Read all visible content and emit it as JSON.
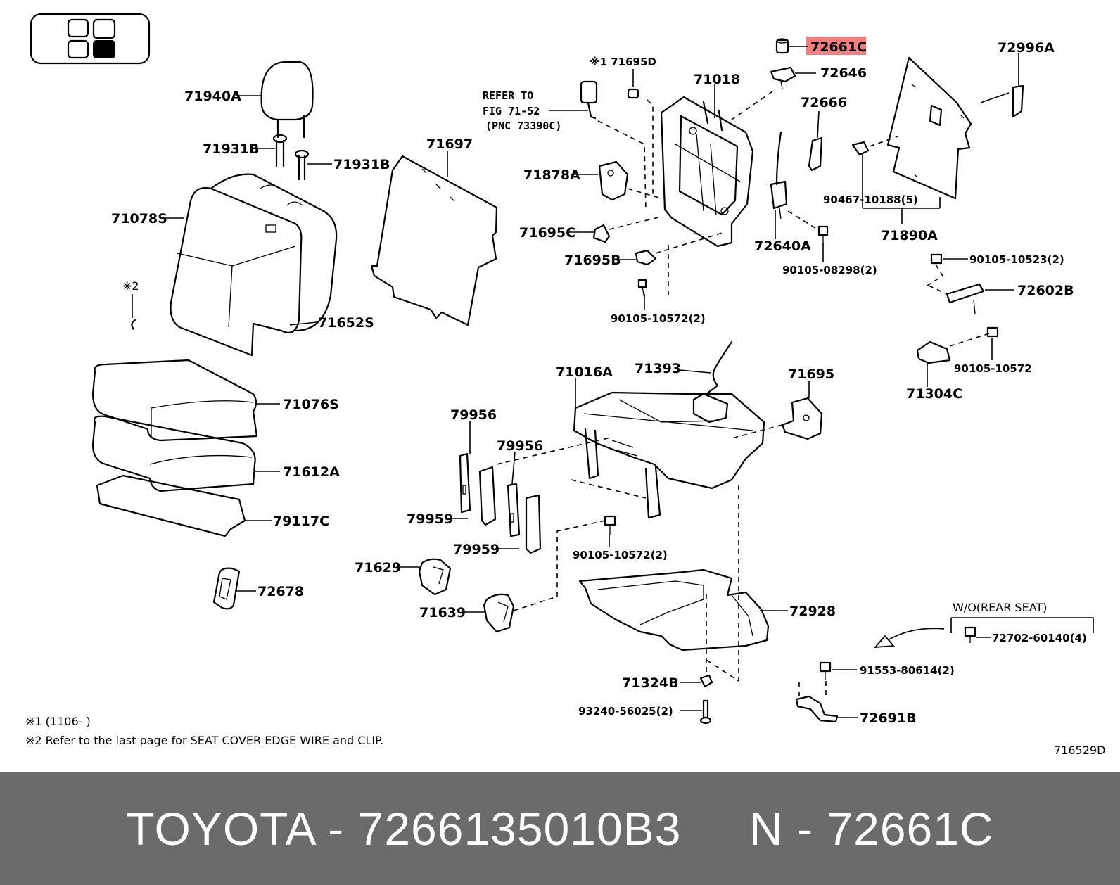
{
  "diagram": {
    "callouts": {
      "p71940A": "71940A",
      "p71931B_left": "71931B",
      "p71931B_right": "71931B",
      "p71078S": "71078S",
      "note2_marker": "※2",
      "p71652S": "71652S",
      "p71076S": "71076S",
      "p71612A": "71612A",
      "p79117C": "79117C",
      "p72678": "72678",
      "p71697": "71697",
      "p79956_a": "79956",
      "p79956_b": "79956",
      "p79959_a": "79959",
      "p79959_b": "79959",
      "p71629": "71629",
      "p71639": "71639",
      "refer_line1": "REFER TO",
      "refer_line2": "FIG 71-52",
      "refer_line3": "(PNC 73390C)",
      "p71695D": "※1 71695D",
      "p71018": "71018",
      "p71878A": "71878A",
      "p71695C": "71695C",
      "p71695B": "71695B",
      "p90105_10572_a": "90105-10572(2)",
      "p72661C": "72661C",
      "p72646": "72646",
      "p72666": "72666",
      "p72640A": "72640A",
      "p90105_08298": "90105-08298(2)",
      "p72996A": "72996A",
      "p90467_10188": "90467-10188(5)",
      "p71890A": "71890A",
      "p90105_10523": "90105-10523(2)",
      "p72602B": "72602B",
      "p90105_10572_b": "90105-10572",
      "p71304C": "71304C",
      "p71016A": "71016A",
      "p71393": "71393",
      "p71695": "71695",
      "p90105_10572_c": "90105-10572(2)",
      "p72928": "72928",
      "p71324B": "71324B",
      "p93240_56025": "93240-56025(2)",
      "wo_rear_seat": "W/O(REAR SEAT)",
      "p72702_60140": "72702-60140(4)",
      "p91553_80614": "91553-80614(2)",
      "p72691B": "72691B"
    },
    "notes": {
      "note1": "※1 (1106-      )",
      "note2": "※2 Refer to the last page for SEAT COVER EDGE WIRE and CLIP."
    },
    "figure_id": "716529D",
    "highlight_color": "#f08080"
  },
  "footer": {
    "brand": "TOYOTA",
    "sep1": " - ",
    "oem_number": "7266135010B3",
    "gap": "     ",
    "prefix": "N",
    "sep2": " - ",
    "part_number": "72661C"
  }
}
